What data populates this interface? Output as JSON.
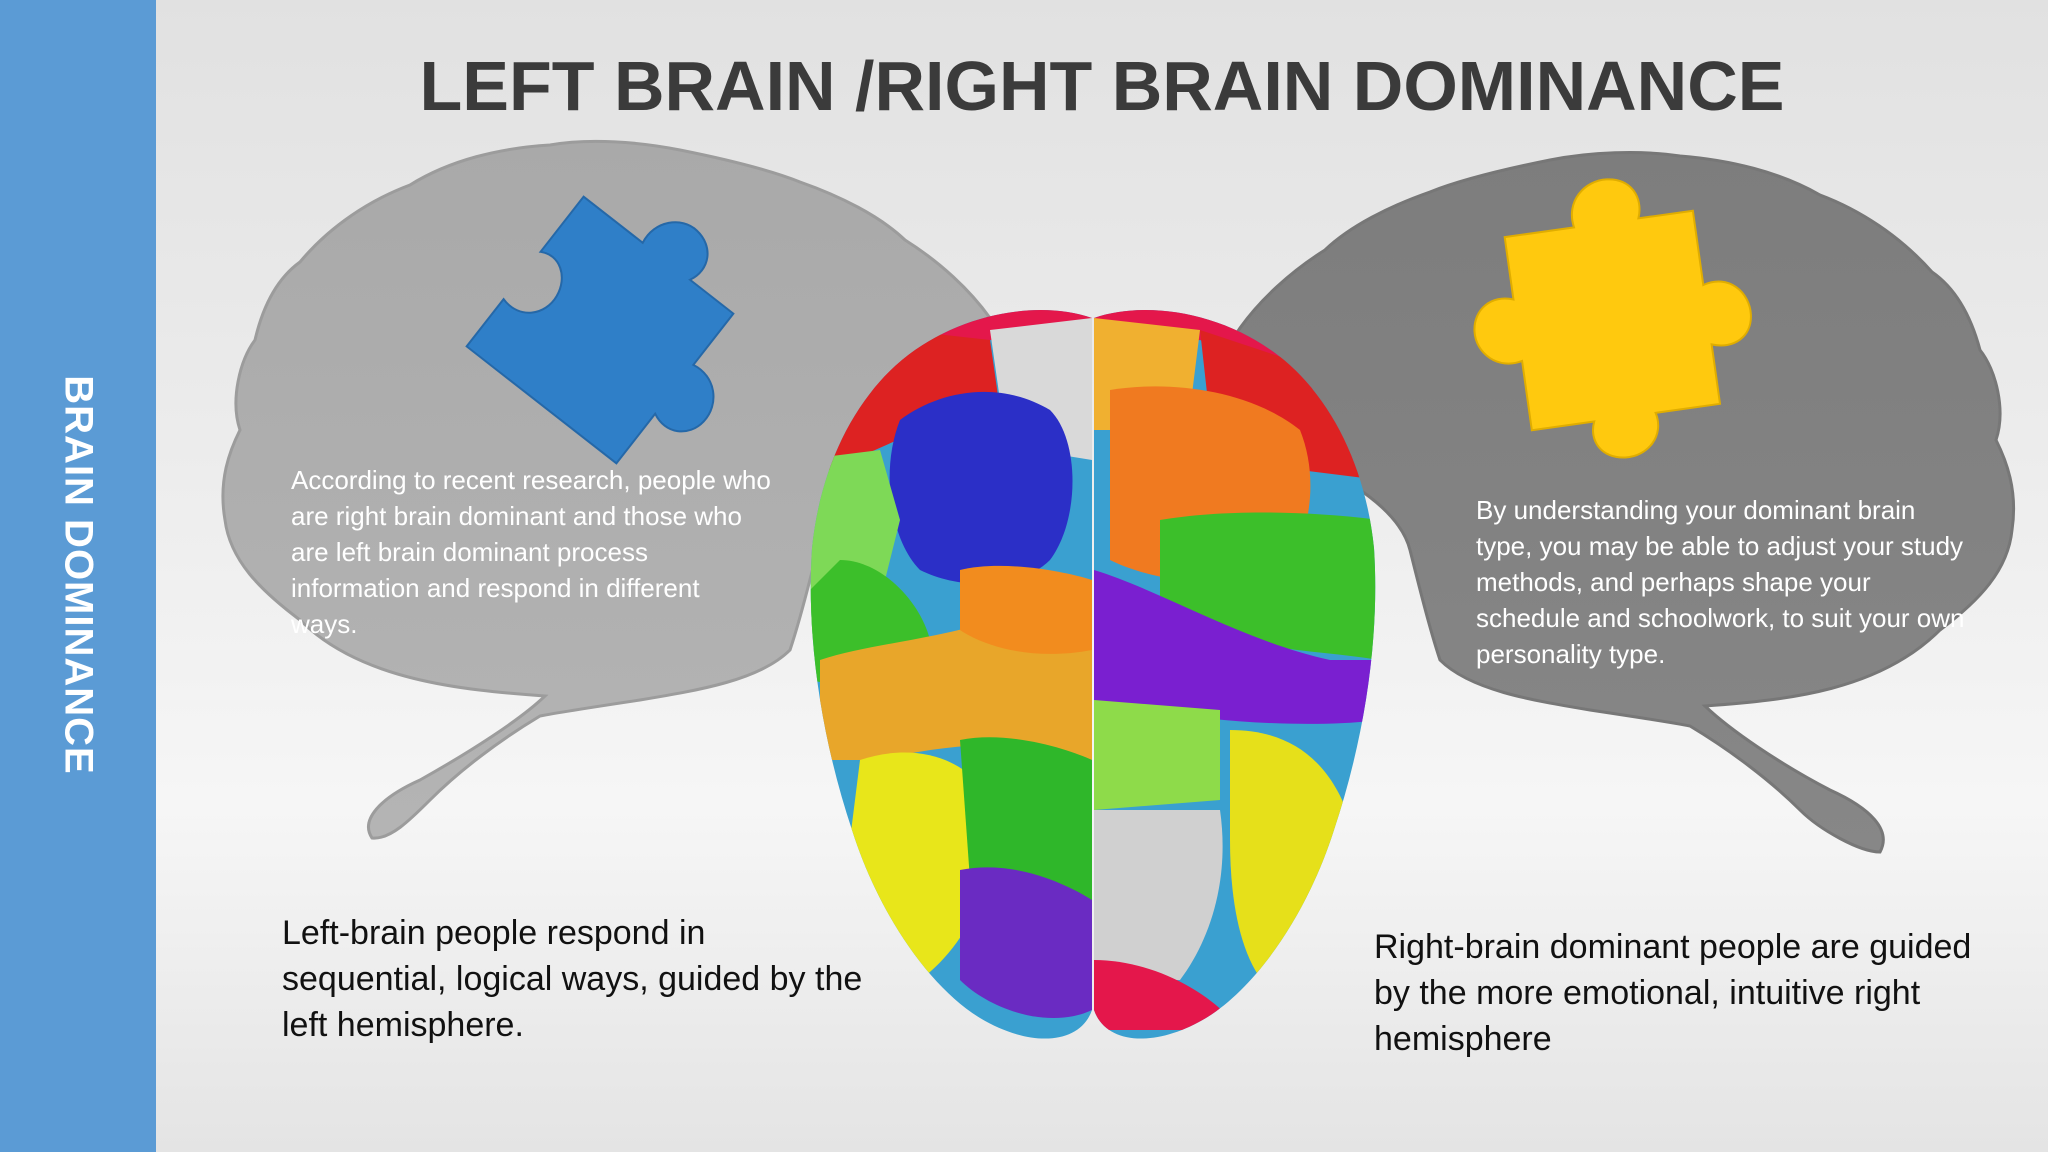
{
  "sidebar": {
    "label": "BRAIN DOMINANCE",
    "color": "#5b9bd5"
  },
  "title": "LEFT BRAIN /RIGHT BRAIN DOMINANCE",
  "left_bubble": {
    "text": "According to recent research, people who are right brain dominant and those who are left brain dominant process information and respond in different ways.",
    "puzzle_color": "#2f7fc8",
    "puzzle_icon": "puzzle-piece-icon"
  },
  "right_bubble": {
    "text": "By understanding your dominant brain type, you may be able to adjust your study methods, and perhaps shape your schedule and schoolwork, to suit your own personality type.",
    "puzzle_color": "#ffc90e",
    "puzzle_icon": "puzzle-piece-icon"
  },
  "left_caption": "Left-brain people respond in sequential, logical ways, guided by the left hemisphere.",
  "right_caption": "Right-brain dominant people are guided by the more emotional, intuitive right hemisphere",
  "brain_image": {
    "icon": "colorful-brain-icon"
  }
}
